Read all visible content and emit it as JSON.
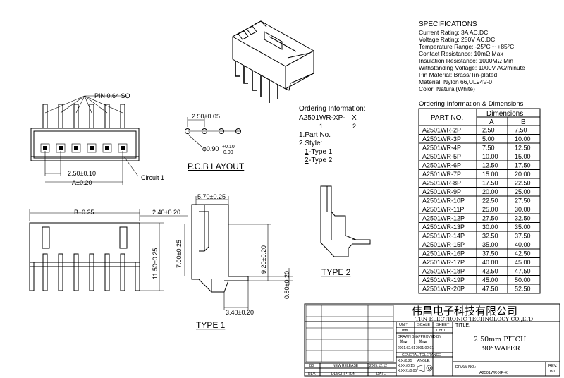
{
  "specs": {
    "heading": "SPECIFICATIONS",
    "lines": [
      "Current Rating: 3A AC,DC",
      "Voltage Rating: 250V AC,DC",
      "Temperature Range: -25°C ~ +85°C",
      "Contact Resistance: 10mΩ Max",
      "Insulation Resistance: 1000MΩ Min",
      "Withstanding Voltage: 1000V AC/minute",
      "Pin Material: Brass/Tin-plated",
      "Material: Nylon 66,UL94V-0",
      "Color: Natural(White)"
    ]
  },
  "ordering": {
    "heading": "Ordering Information & Dimensions",
    "col_part": "PART NO.",
    "col_dims": "Dimensions",
    "col_a": "A",
    "col_b": "B",
    "rows": [
      [
        "A2501WR-2P",
        "2.50",
        "7.50"
      ],
      [
        "A2501WR-3P",
        "5.00",
        "10.00"
      ],
      [
        "A2501WR-4P",
        "7.50",
        "12.50"
      ],
      [
        "A2501WR-5P",
        "10.00",
        "15.00"
      ],
      [
        "A2501WR-6P",
        "12.50",
        "17.50"
      ],
      [
        "A2501WR-7P",
        "15.00",
        "20.00"
      ],
      [
        "A2501WR-8P",
        "17.50",
        "22.50"
      ],
      [
        "A2501WR-9P",
        "20.00",
        "25.00"
      ],
      [
        "A2501WR-10P",
        "22.50",
        "27.50"
      ],
      [
        "A2501WR-11P",
        "25.00",
        "30.00"
      ],
      [
        "A2501WR-12P",
        "27.50",
        "32.50"
      ],
      [
        "A2501WR-13P",
        "30.00",
        "35.00"
      ],
      [
        "A2501WR-14P",
        "32.50",
        "37.50"
      ],
      [
        "A2501WR-15P",
        "35.00",
        "40.00"
      ],
      [
        "A2501WR-16P",
        "37.50",
        "42.50"
      ],
      [
        "A2501WR-17P",
        "40.00",
        "45.00"
      ],
      [
        "A2501WR-18P",
        "42.50",
        "47.50"
      ],
      [
        "A2501WR-19P",
        "45.00",
        "50.00"
      ],
      [
        "A2501WR-20P",
        "47.50",
        "52.50"
      ]
    ]
  },
  "order_info": {
    "heading": "Ordering Information:",
    "code_prefix": "A2501WR-XP-",
    "code_x": "X",
    "num1": "1",
    "num2": "2",
    "item1": "1.Part No.",
    "item2": "2.Style:",
    "style1_n": "1",
    "style1": "-Type 1",
    "style2_n": "2",
    "style2": "-Type 2"
  },
  "top_view": {
    "pin_label": "PIN 0.64 SQ",
    "dim_pitch": "2.50±0.10",
    "dim_a": "A±0.20",
    "circuit": "Circuit 1"
  },
  "pcb": {
    "dim_pitch": "2.50±0.05",
    "hole_dia": "φ0.90",
    "hole_tol_plus": "+0.10",
    "hole_tol_zero": "0.00",
    "title": "P.C.B LAYOUT"
  },
  "front_view": {
    "dim_b": "B±0.25",
    "dim_side": "2.40±0.20",
    "dim_height": "11.50±0.25"
  },
  "type1": {
    "dim_top": "5.70±0.25",
    "dim_7": "7.00±0.25",
    "dim_92": "9.20±0.20",
    "dim_08": "0.80±0.20",
    "dim_34": "3.40±0.20",
    "title": "TYPE 1"
  },
  "type2": {
    "title": "TYPE 2"
  },
  "title_block": {
    "company_cn": "伟昌电子科技有限公司",
    "company_en": "TRN ELECTRONIC TECHNOLOGY CO.,LTD",
    "title_label": "TITLE:",
    "unit_label": "UNIT",
    "unit_val": "mm",
    "scale_label": "SCALE",
    "sheet_label": "SHEET",
    "sheet_val": "1 of 1",
    "drawn_by": "DRAWN BY",
    "drawn_name": "黄ஊ一",
    "drawn_date": "2001.02.01",
    "approved_by": "APPROVED BY",
    "approved_name": "黄ஊ一",
    "approved_date": "2001.02.01",
    "gen_tol": "GENERAL TOLERANCE",
    "tol1": "X.X±0.25",
    "tol2": "X.XX±0.15",
    "tol3": "X.XXX±0.05",
    "angle": "ANGLE:",
    "product_l1": "2.50mm PITCH",
    "product_l2": "90°WAFER",
    "draw_no_label": "DRAW NO.:",
    "draw_no": "A2501WR-XP-X",
    "rev_label": "REV.",
    "rev_val": "B0",
    "rev_col": "REV.",
    "desc_col": "DESCRIPTION",
    "date_col": "DATE",
    "rev_row": "B0",
    "desc_row": "NEW RELEASE",
    "date_row": "2005.12.12"
  }
}
